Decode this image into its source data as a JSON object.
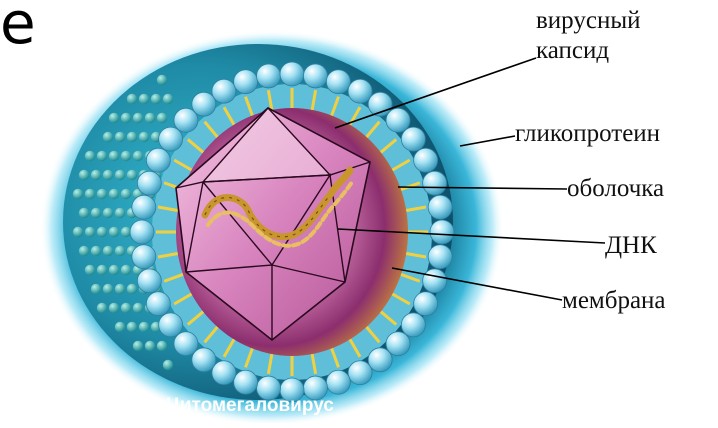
{
  "corner_glyph": "е",
  "labels": {
    "capsid_line1": "вирусный",
    "capsid_line2": "капсид",
    "glycoprotein": "гликопротеин",
    "envelope": "оболочка",
    "dna": "ДНК",
    "membrane": "мембрана"
  },
  "caption": "Цитомегаловирус",
  "colors": {
    "glow": "#2a8fb5",
    "sphere": "#1f86a5",
    "bead": "#8fd8ef",
    "band": "#5fbfd9",
    "interior": "#b04a8e",
    "capsid": "#d98bc0",
    "dna": "#c9962e"
  }
}
